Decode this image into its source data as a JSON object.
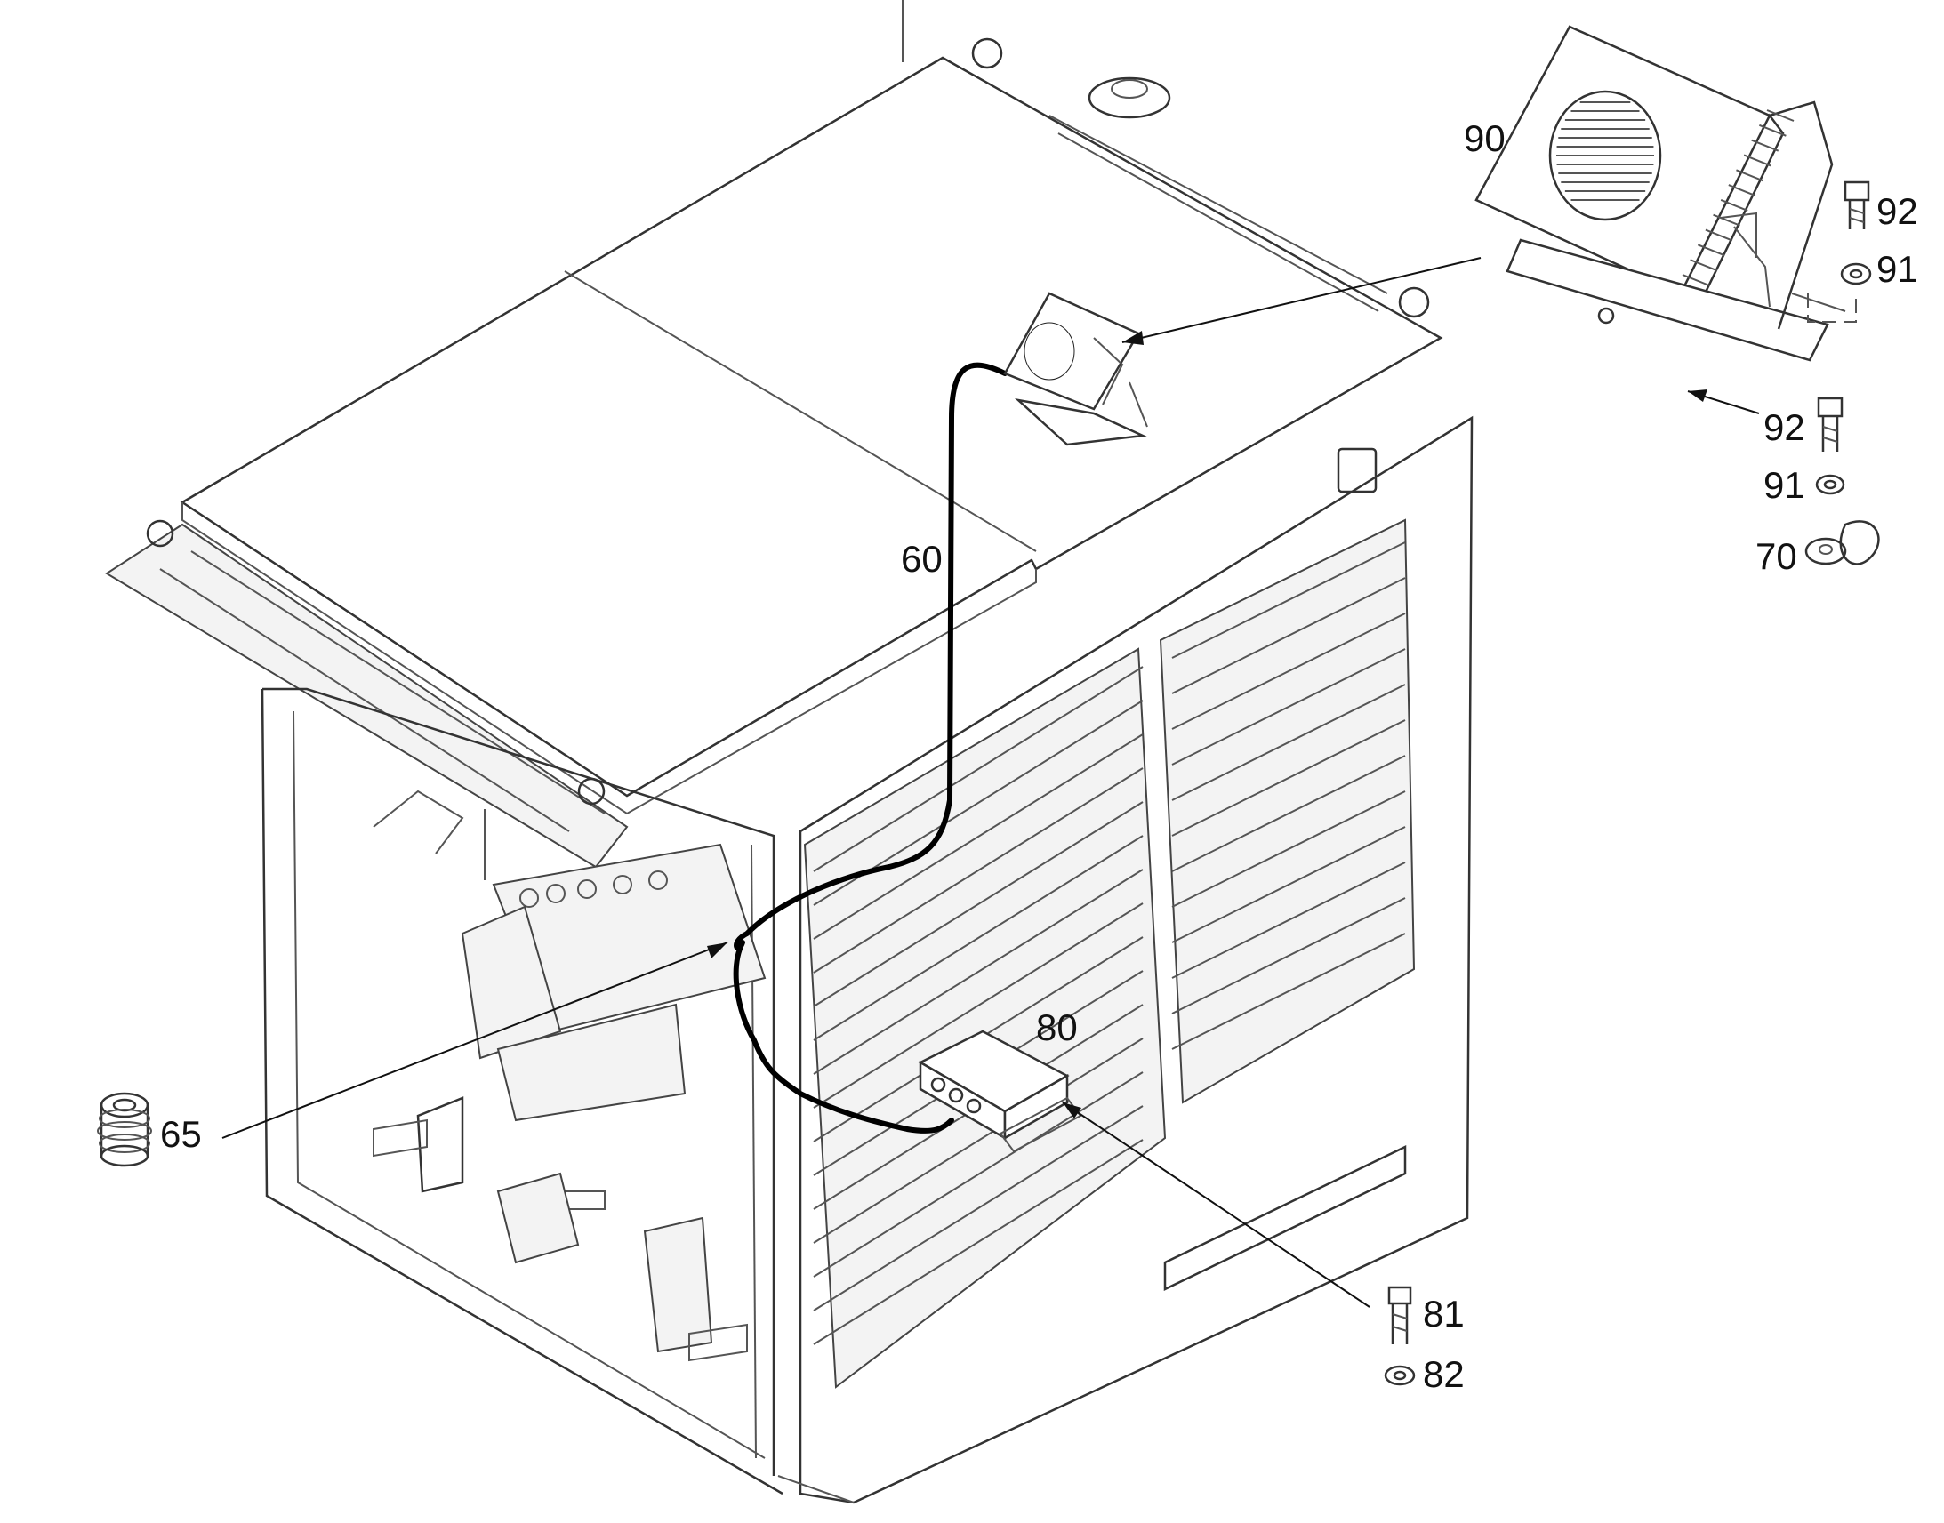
{
  "diagram": {
    "callouts": [
      {
        "id": "c90",
        "text": "90"
      },
      {
        "id": "c92a",
        "text": "92"
      },
      {
        "id": "c91a",
        "text": "91"
      },
      {
        "id": "c92b",
        "text": "92"
      },
      {
        "id": "c91b",
        "text": "91"
      },
      {
        "id": "c70",
        "text": "70"
      },
      {
        "id": "c60",
        "text": "60"
      },
      {
        "id": "c80",
        "text": "80"
      },
      {
        "id": "c65",
        "text": "65"
      },
      {
        "id": "c81",
        "text": "81"
      },
      {
        "id": "c82",
        "text": "82"
      }
    ],
    "colors": {
      "line": "#222222",
      "cable": "#000000",
      "background": "#ffffff"
    }
  }
}
